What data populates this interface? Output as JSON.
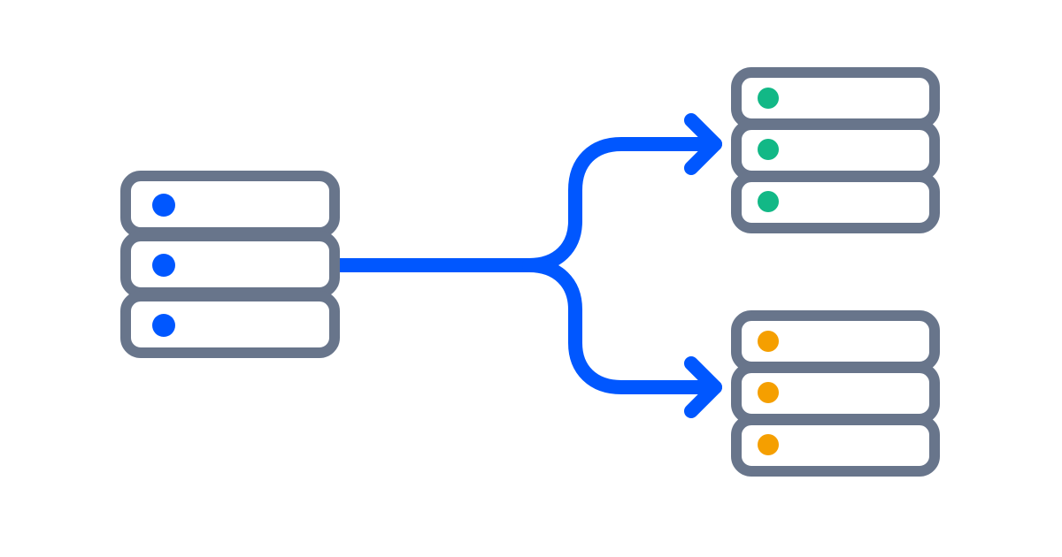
{
  "colors": {
    "server_outline": "#68758B",
    "flow_line": "#0057FF",
    "source_dot": "#0057FF",
    "target_top_dot": "#12B886",
    "target_bottom_dot": "#F59F00"
  },
  "diagram": {
    "source": {
      "icon": "database-server-icon",
      "units": 3,
      "dot_color_key": "source_dot"
    },
    "targets": [
      {
        "icon": "database-server-icon",
        "units": 3,
        "dot_color_key": "target_top_dot"
      },
      {
        "icon": "database-server-icon",
        "units": 3,
        "dot_color_key": "target_bottom_dot"
      }
    ],
    "connector": {
      "icon": "split-arrow-icon",
      "branches": 2
    }
  }
}
